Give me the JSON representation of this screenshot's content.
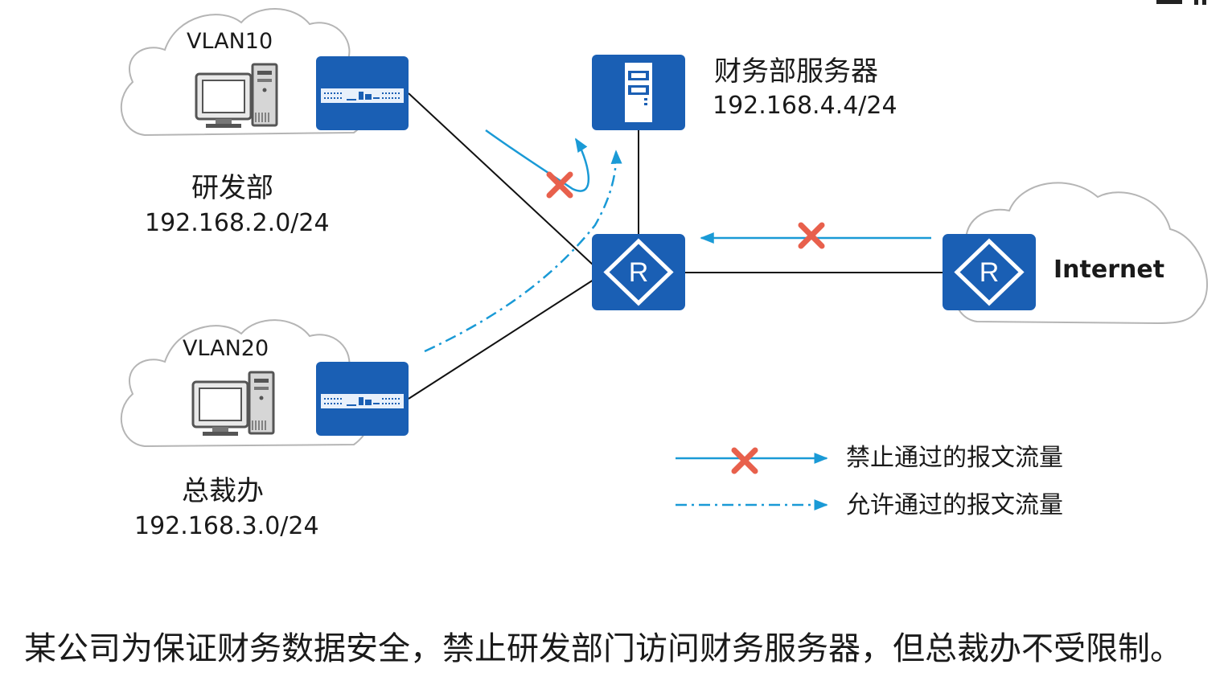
{
  "vlan10": {
    "vlan": "VLAN10",
    "dept": "研发部",
    "subnet": "192.168.2.0/24"
  },
  "vlan20": {
    "vlan": "VLAN20",
    "dept": "总裁办",
    "subnet": "192.168.3.0/24"
  },
  "server": {
    "name": "财务部服务器",
    "ip": "192.168.4.4/24"
  },
  "internet": {
    "label": "Internet"
  },
  "legend": {
    "denied": "禁止通过的报文流量",
    "allowed": "允许通过的报文流量"
  },
  "caption": "某公司为保证财务数据安全，禁止研发部门访问财务服务器，但总裁办不受限制。",
  "colors": {
    "device_blue": "#1a5fb4",
    "flow_cyan": "#1a9ad6",
    "deny_red": "#e8604c",
    "cloud_stroke": "#b5b5b5"
  },
  "icons": {
    "router": "router-icon",
    "switch": "switch-icon",
    "server": "server-icon",
    "pc": "desktop-pc-icon",
    "cloud": "cloud-icon",
    "deny": "deny-x-icon"
  }
}
